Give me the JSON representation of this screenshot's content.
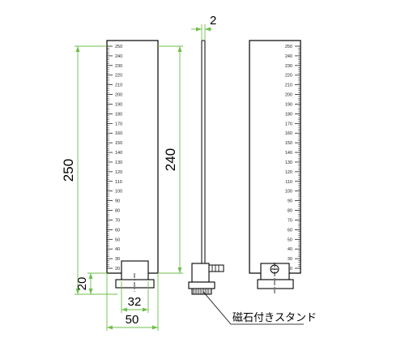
{
  "dimensions": {
    "total_height": "250",
    "scale_height": "240",
    "base_height": "20",
    "base_width": "32",
    "overall_width": "50",
    "thickness": "2"
  },
  "callout_label": "磁石付きスタンド",
  "scale": {
    "min": 20,
    "max": 250,
    "major_step": 10,
    "minor_step": 2,
    "labels": [
      "20",
      "30",
      "40",
      "50",
      "60",
      "70",
      "80",
      "90",
      "100",
      "110",
      "120",
      "130",
      "140",
      "150",
      "160",
      "170",
      "180",
      "190",
      "200",
      "210",
      "220",
      "230",
      "240",
      "250"
    ]
  },
  "colors": {
    "line": "#000000",
    "dimension": "#6dbf4a",
    "stand_fill": "#d9d9d9"
  }
}
